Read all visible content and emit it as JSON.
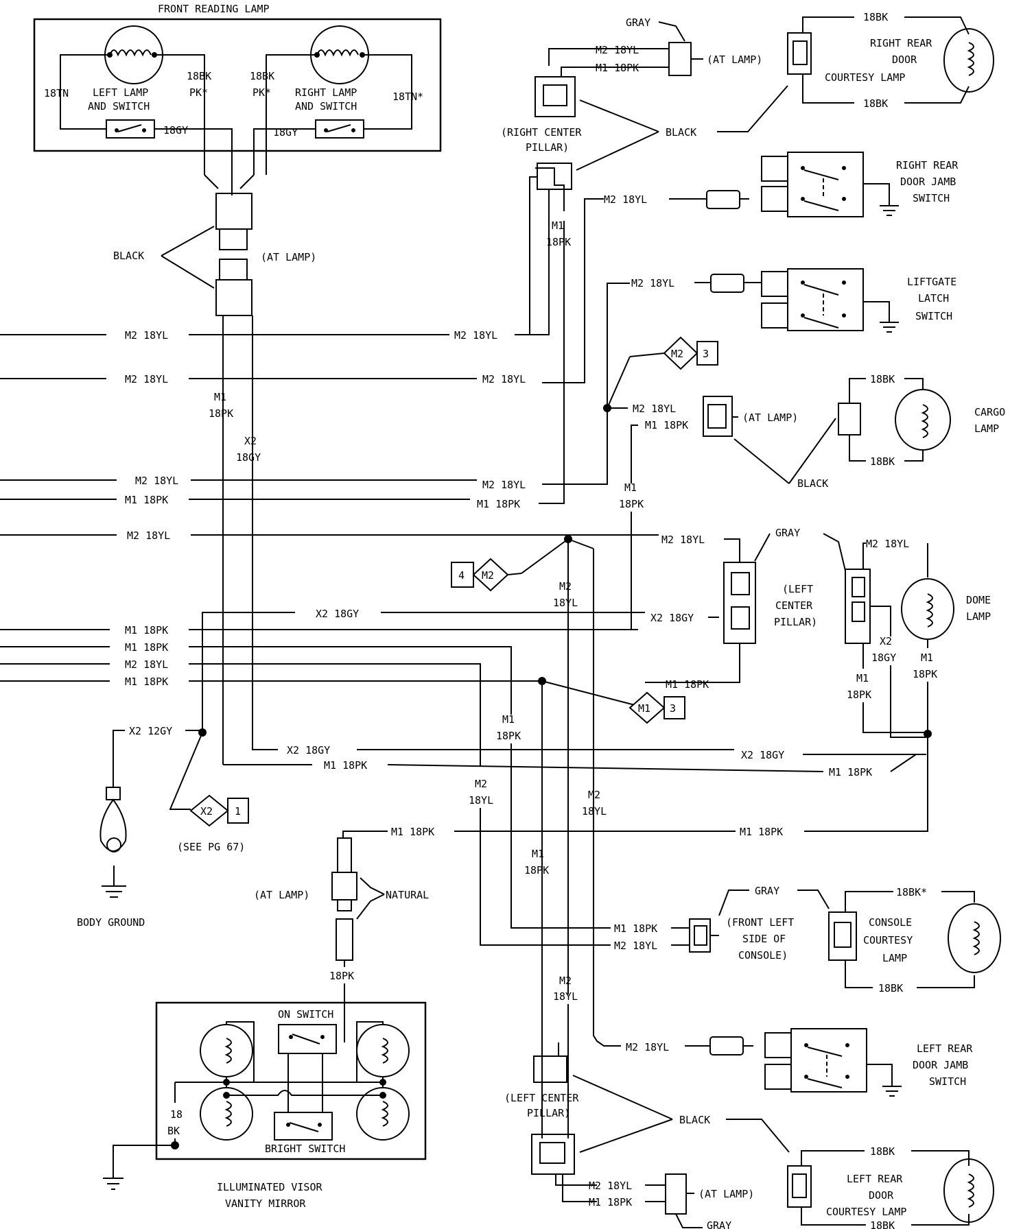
{
  "front_lamp": {
    "title": "FRONT READING LAMP",
    "left_label_1": "LEFT LAMP",
    "left_label_2": "AND SWITCH",
    "right_label_1": "RIGHT LAMP",
    "right_label_2": "AND SWITCH",
    "w_18tn": "18TN",
    "w_18bk_1": "18BK",
    "w_pk_1": "PK*",
    "w_18bk_2": "18BK",
    "w_pk_2": "PK*",
    "w_18tn_star": "18TN*",
    "w_18gy_1": "18GY",
    "w_18gy_2": "18GY"
  },
  "labels": {
    "black": "BLACK",
    "gray": "GRAY",
    "at_lamp": "(AT LAMP)",
    "natural": "NATURAL",
    "see_pg": "(SEE PG 67)",
    "body_ground": "BODY GROUND",
    "right_center_pillar_1": "(RIGHT CENTER",
    "right_center_pillar_2": "PILLAR)",
    "left_center_pillar_1": "(LEFT",
    "left_center_pillar_2": "CENTER",
    "left_center_pillar_3": "PILLAR)",
    "left_center_pillar_b1": "(LEFT CENTER",
    "left_center_pillar_b2": "PILLAR)",
    "front_left_console_1": "(FRONT LEFT",
    "front_left_console_2": "SIDE OF",
    "front_left_console_3": "CONSOLE)"
  },
  "components": {
    "rr_courtesy_1": "RIGHT REAR",
    "rr_courtesy_2": "DOOR",
    "rr_courtesy_3": "COURTESY LAMP",
    "rr_jamb_1": "RIGHT REAR",
    "rr_jamb_2": "DOOR JAMB",
    "rr_jamb_3": "SWITCH",
    "liftgate_1": "LIFTGATE",
    "liftgate_2": "LATCH",
    "liftgate_3": "SWITCH",
    "cargo_1": "CARGO",
    "cargo_2": "LAMP",
    "dome_1": "DOME",
    "dome_2": "LAMP",
    "console_1": "CONSOLE",
    "console_2": "COURTESY",
    "console_3": "LAMP",
    "lr_jamb_1": "LEFT REAR",
    "lr_jamb_2": "DOOR JAMB",
    "lr_jamb_3": "SWITCH",
    "lr_courtesy_1": "LEFT REAR",
    "lr_courtesy_2": "DOOR",
    "lr_courtesy_3": "COURTESY LAMP",
    "visor_1": "ILLUMINATED VISOR",
    "visor_2": "VANITY MIRROR",
    "on_switch": "ON SWITCH",
    "bright_switch": "BRIGHT SWITCH"
  },
  "wires": {
    "m2_18yl": "M2 18YL",
    "m1_18pk": "M1 18PK",
    "x2_18gy": "X2 18GY",
    "x2_12gy": "X2 12GY",
    "m1": "M1",
    "m2": "M2",
    "x2": "X2",
    "pk18": "18PK",
    "yl18": "18YL",
    "gy18": "18GY",
    "bk18": "18BK",
    "bk18_star": "18BK*",
    "n18": "18",
    "bk": "BK"
  },
  "splices": {
    "m2_3_id": "M2",
    "m2_3_num": "3",
    "m2_4_id": "M2",
    "m2_4_num": "4",
    "m1_3_id": "M1",
    "m1_3_num": "3",
    "x2_1_id": "X2",
    "x2_1_num": "1"
  }
}
